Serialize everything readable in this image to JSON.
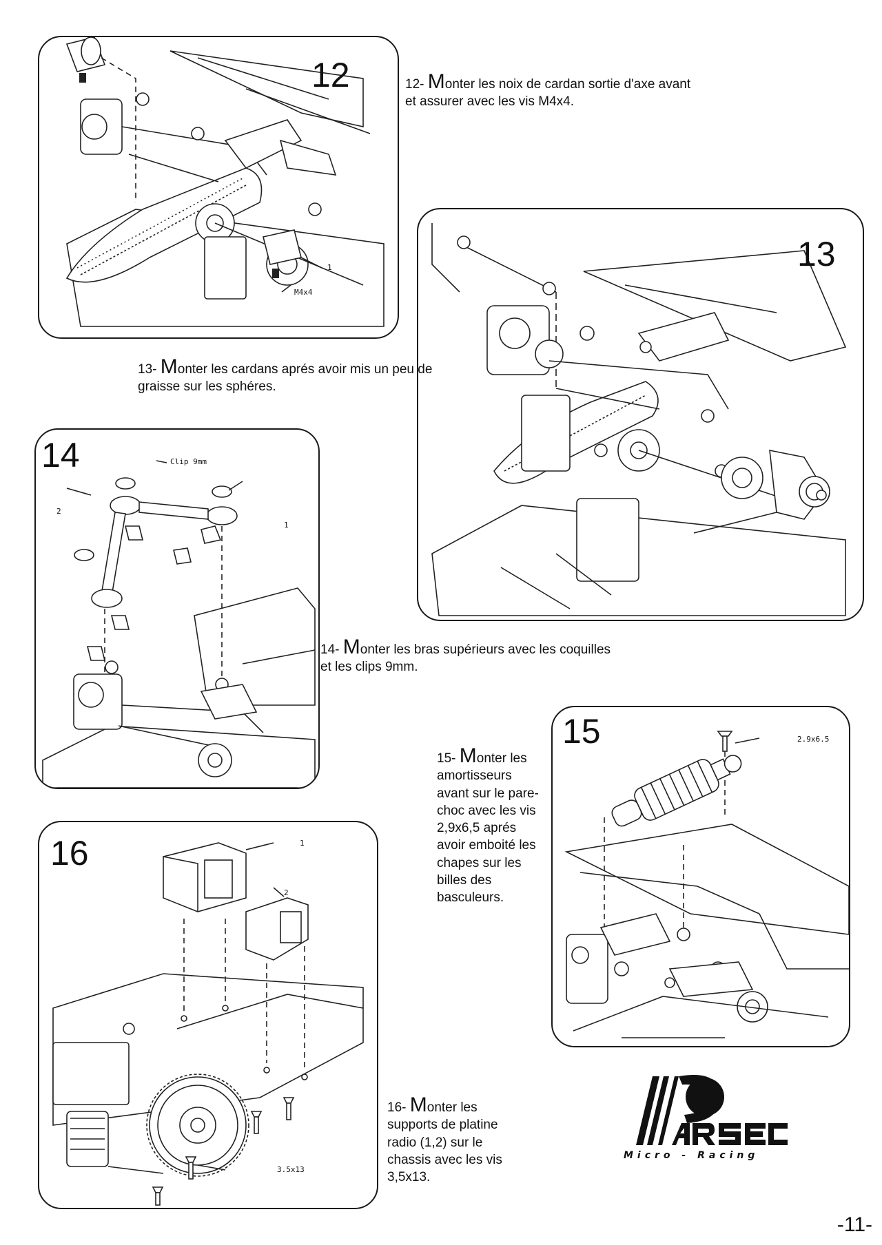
{
  "steps": {
    "s12": {
      "number": "12",
      "text_prefix": "12- ",
      "text_cap": "M",
      "text_rest": "onter les noix de cardan sortie d'axe avant et assurer avec les vis M4x4.",
      "callouts": {
        "part": "1",
        "screw": "M4x4"
      }
    },
    "s13": {
      "number": "13",
      "text_prefix": "13- ",
      "text_cap": "M",
      "text_rest": "onter les cardans aprés avoir mis un peu de graisse sur les sphéres."
    },
    "s14": {
      "number": "14",
      "text_prefix": "14- ",
      "text_cap": "M",
      "text_rest": "onter les bras supérieurs avec les coquilles et les clips 9mm.",
      "callouts": {
        "clip": "Clip 9mm",
        "part1": "1",
        "part2": "2"
      }
    },
    "s15": {
      "number": "15",
      "text_prefix": "15- ",
      "text_cap": "M",
      "text_rest": "onter les amortisseurs avant sur le pare-choc avec les vis 2,9x6,5 aprés avoir emboité les chapes sur les billes des basculeurs.",
      "callouts": {
        "screw": "2.9x6.5"
      }
    },
    "s16": {
      "number": "16",
      "text_prefix": "16- ",
      "text_cap": "M",
      "text_rest": "onter les supports de platine radio (1,2) sur le chassis avec les vis 3,5x13.",
      "callouts": {
        "part1": "1",
        "part2": "2",
        "screw": "3.5x13"
      }
    }
  },
  "logo": {
    "brand": "ARSEC",
    "tagline": "Micro - Racing"
  },
  "page_number": "-11-"
}
